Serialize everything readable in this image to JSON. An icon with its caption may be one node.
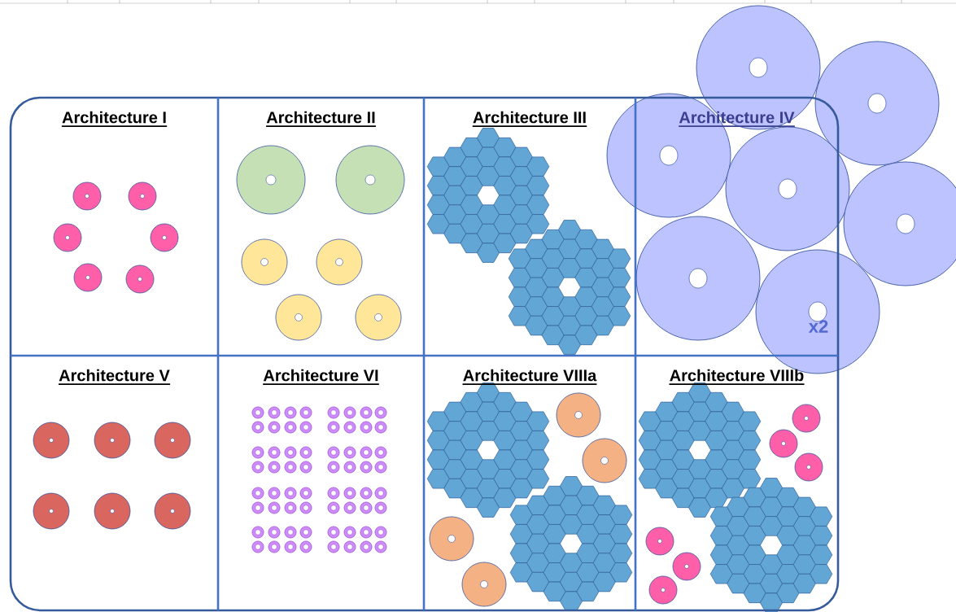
{
  "diagram": {
    "nodes": [
      {
        "text": [
          "Architecture I"
        ]
      },
      {
        "text": [
          "Architecture II"
        ]
      },
      {
        "text": [
          "Architecture III"
        ]
      },
      {
        "text": [
          "Architecture IV"
        ]
      },
      {
        "text": [
          "Architecture V"
        ]
      },
      {
        "text": [
          "Architecture VI"
        ]
      },
      {
        "text": [
          "Architecture VIIIa"
        ]
      },
      {
        "text": [
          "Architecture VIIIb"
        ]
      }
    ],
    "labels": [
      "x2"
    ]
  }
}
